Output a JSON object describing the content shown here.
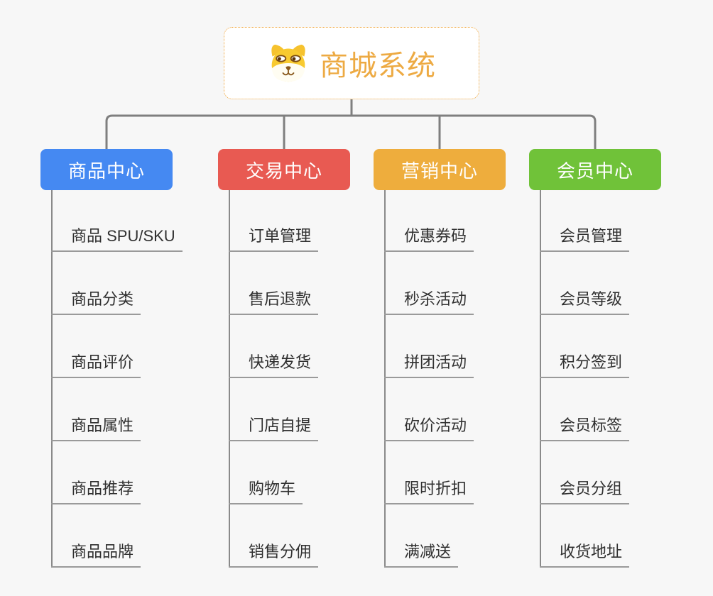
{
  "page": {
    "background": "#f7f7f7",
    "connector_color": "#7f7f7f"
  },
  "root": {
    "title": "商城系统",
    "icon": "dog-icon",
    "text_color": "#edaa43",
    "border_color": "#f0a63c"
  },
  "branches": [
    {
      "label": "商品中心",
      "color": "#4589f2",
      "items": [
        "商品 SPU/SKU",
        "商品分类",
        "商品评价",
        "商品属性",
        "商品推荐",
        "商品品牌"
      ]
    },
    {
      "label": "交易中心",
      "color": "#e85a52",
      "items": [
        "订单管理",
        "售后退款",
        "快递发货",
        "门店自提",
        "购物车",
        "销售分佣"
      ]
    },
    {
      "label": "营销中心",
      "color": "#eead3d",
      "items": [
        "优惠券码",
        "秒杀活动",
        "拼团活动",
        "砍价活动",
        "限时折扣",
        "满减送"
      ]
    },
    {
      "label": "会员中心",
      "color": "#70c239",
      "items": [
        "会员管理",
        "会员等级",
        "积分签到",
        "会员标签",
        "会员分组",
        "收货地址"
      ]
    }
  ]
}
